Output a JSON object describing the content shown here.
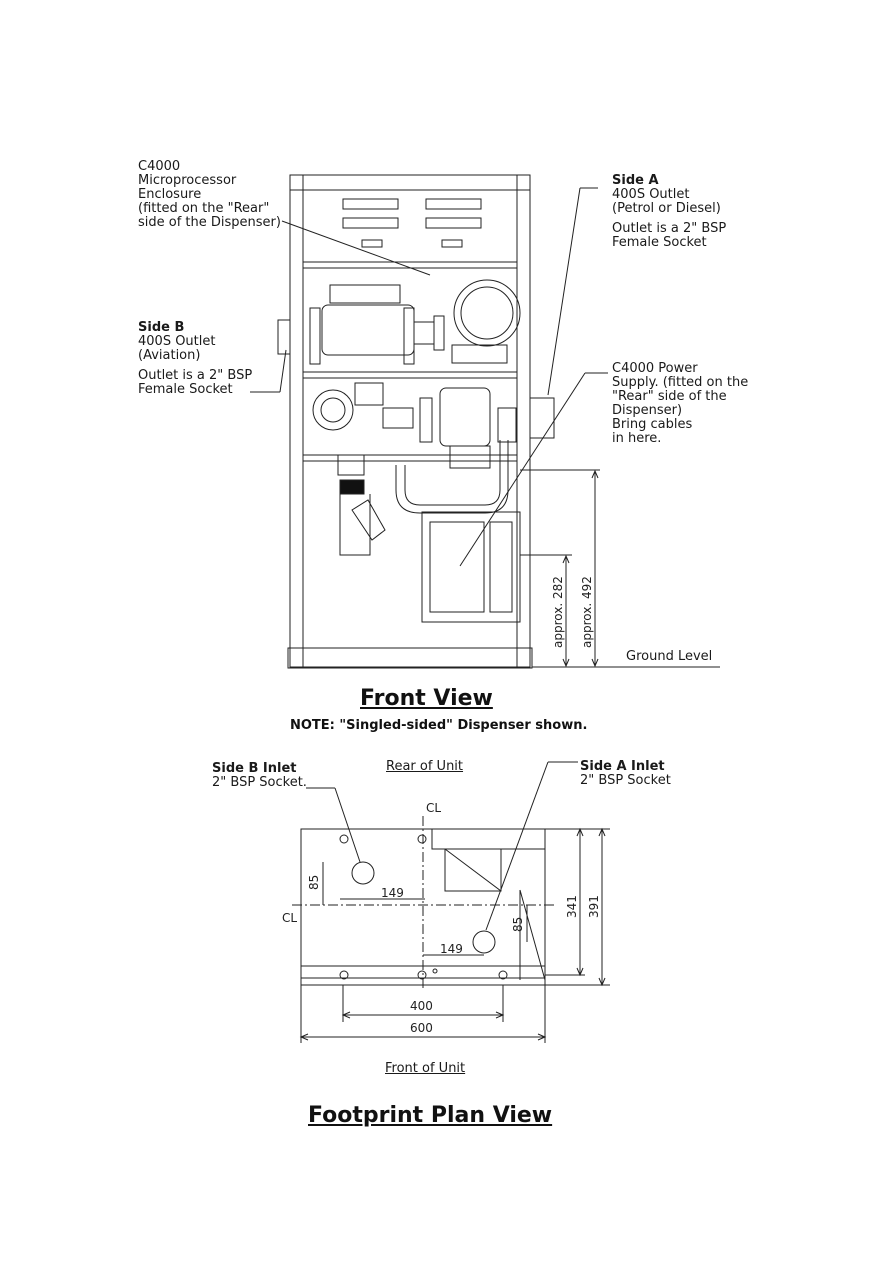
{
  "front": {
    "title": "Front View",
    "note": "NOTE: \"Singled-sided\" Dispenser shown.",
    "enclosure": [
      "C4000",
      "Microprocessor",
      "Enclosure",
      "(fitted on the \"Rear\"",
      "side of the Dispenser)"
    ],
    "side_a": {
      "heading": "Side A",
      "lines": [
        "400S Outlet",
        "(Petrol or Diesel)",
        "Outlet is a 2\" BSP",
        "Female Socket"
      ]
    },
    "side_b": {
      "heading": "Side B",
      "lines": [
        "400S Outlet",
        "(Aviation)",
        "Outlet is a 2\" BSP",
        "Female Socket"
      ]
    },
    "power": [
      "C4000 Power",
      "Supply. (fitted on the",
      "\"Rear\" side of the",
      "Dispenser)",
      "Bring cables",
      "in here."
    ],
    "approx_282": "approx. 282",
    "approx_492": "approx. 492",
    "ground": "Ground Level"
  },
  "plan": {
    "title": "Footprint Plan View",
    "rear": "Rear of Unit",
    "front": "Front of Unit",
    "side_b_inlet": {
      "heading": "Side B Inlet",
      "sub": "2\" BSP Socket."
    },
    "side_a_inlet": {
      "heading": "Side A Inlet",
      "sub": "2\" BSP Socket"
    },
    "centerline": "CL",
    "dims": {
      "d85a": "85",
      "d149a": "149",
      "d85b": "85",
      "d149b": "149",
      "d341": "341",
      "d391": "391",
      "d400": "400",
      "d600": "600"
    }
  }
}
